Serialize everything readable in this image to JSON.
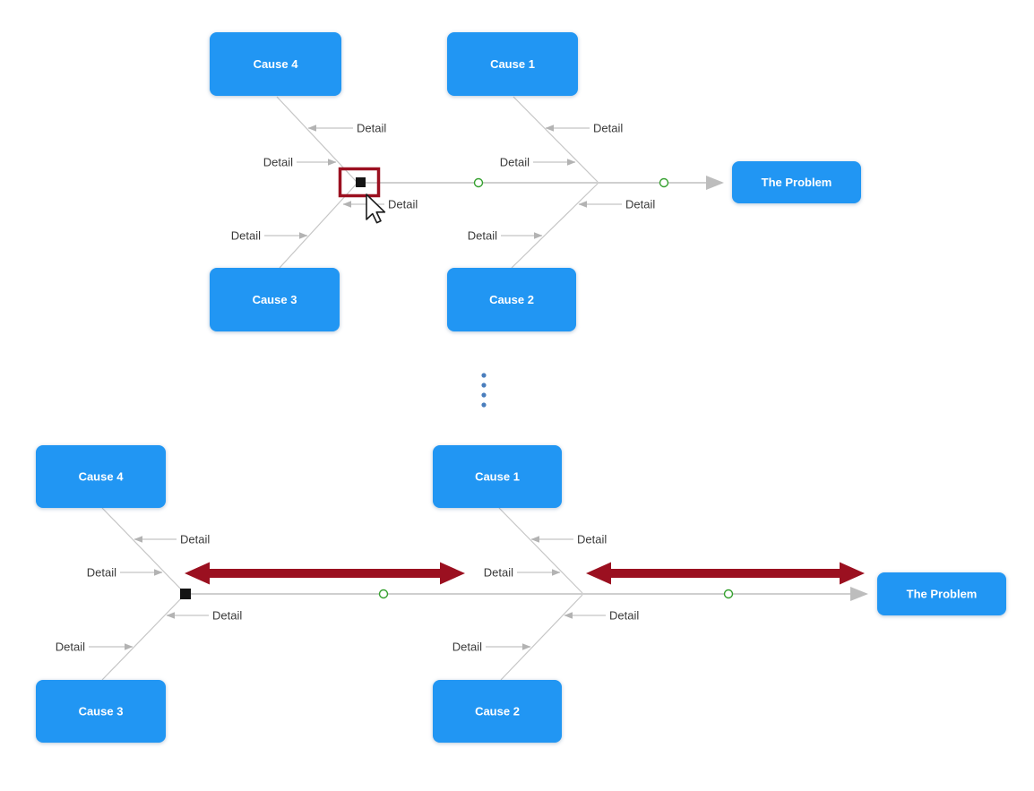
{
  "labels": {
    "cause1": "Cause 1",
    "cause2": "Cause 2",
    "cause3": "Cause 3",
    "cause4": "Cause 4",
    "problem": "The Problem",
    "detail": "Detail"
  },
  "icons": {
    "mouse-cursor-icon": "arrow-pointer",
    "selection-handle-icon": "red-square-outline-with-black-center",
    "endpoint-handle-icon": "black-square",
    "connector-port-icon": "green-circle-outline",
    "stretch-arrow-icon": "double-headed-horizontal-arrow",
    "vertical-ellipsis-icon": "four-vertical-dots",
    "line-arrowhead-icon": "gray-triangle"
  },
  "theme": {
    "canvas-bg": "#ffffff",
    "node-fill": "#2196f3",
    "node-text": "#ffffff",
    "line-gray": "#c6c6c6",
    "spine-gray": "#cfcfcf",
    "connector-gray": "#c4c4c4",
    "arrowhead-gray": "#b3b3b3",
    "label-text": "#3a3a3a",
    "selection-red": "#9b1020",
    "stretch-red": "#9b1020",
    "port-green": "#34a02e",
    "ellipsis-blue": "#4a7ebd"
  }
}
